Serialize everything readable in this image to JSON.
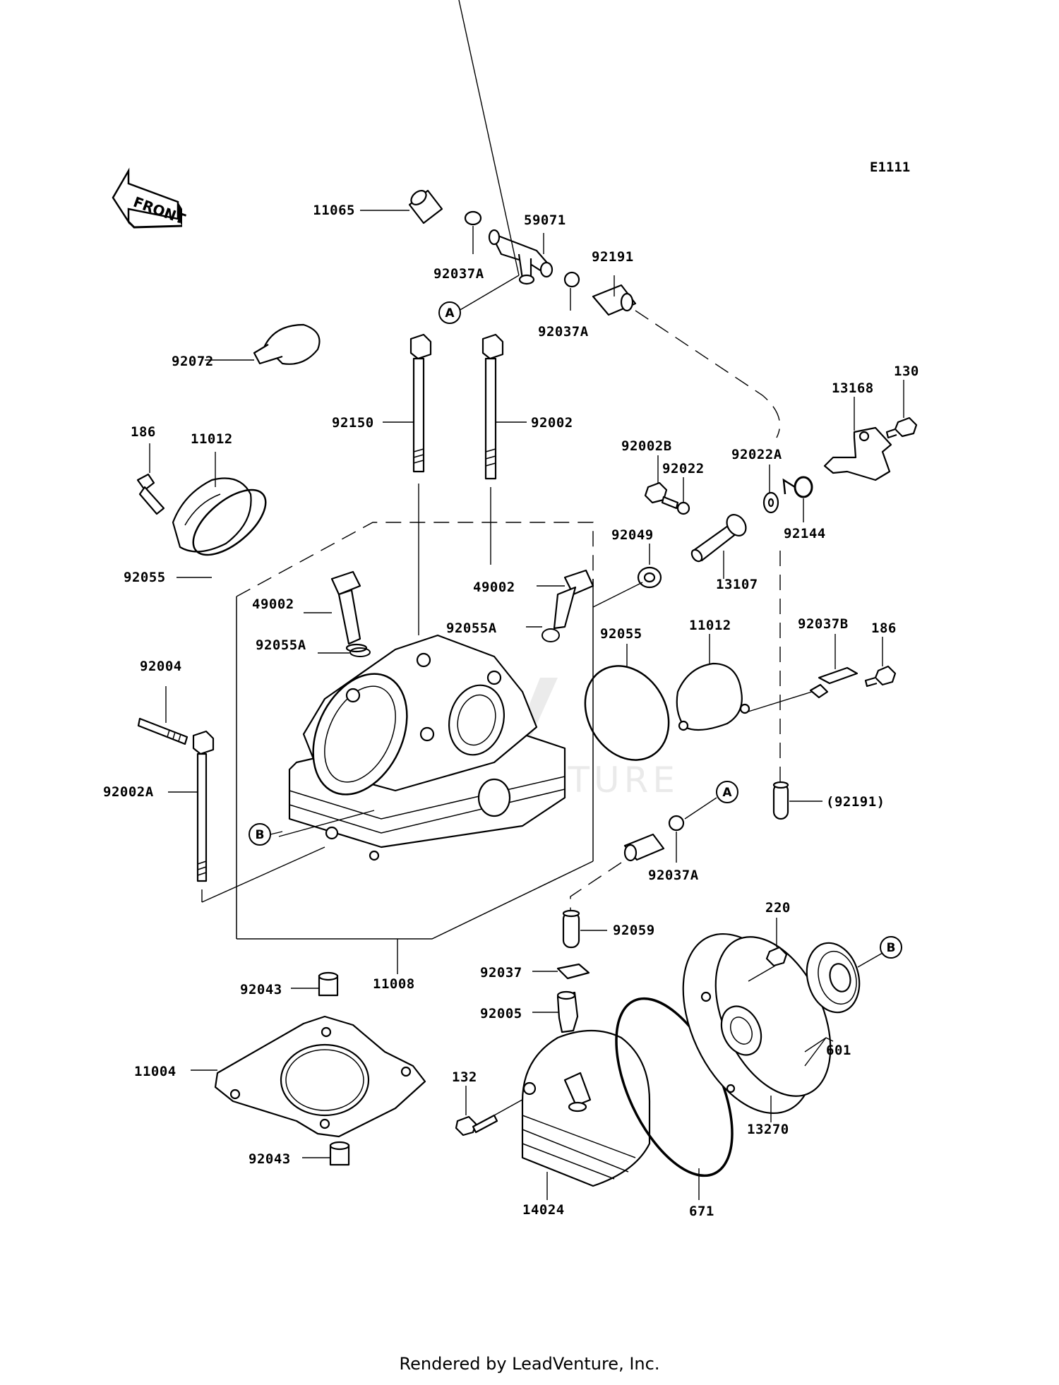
{
  "diagram_code": "E1111",
  "front_label": "FRONT",
  "footer": "Rendered by LeadVenture, Inc.",
  "watermark": "LEADVENTURE",
  "callouts": [
    {
      "id": "A",
      "text": "A"
    },
    {
      "id": "A2",
      "text": "A"
    },
    {
      "id": "B",
      "text": "B"
    },
    {
      "id": "B2",
      "text": "B"
    }
  ],
  "labels": [
    {
      "id": "l-11065",
      "text": "11065"
    },
    {
      "id": "l-59071",
      "text": "59071"
    },
    {
      "id": "l-92037A-1",
      "text": "92037A"
    },
    {
      "id": "l-92191",
      "text": "92191"
    },
    {
      "id": "l-92037A-2",
      "text": "92037A"
    },
    {
      "id": "l-92072",
      "text": "92072"
    },
    {
      "id": "l-92150",
      "text": "92150"
    },
    {
      "id": "l-92002",
      "text": "92002"
    },
    {
      "id": "l-186-1",
      "text": "186"
    },
    {
      "id": "l-11012-1",
      "text": "11012"
    },
    {
      "id": "l-92055-1",
      "text": "92055"
    },
    {
      "id": "l-49002-1",
      "text": "49002"
    },
    {
      "id": "l-92055A-1",
      "text": "92055A"
    },
    {
      "id": "l-49002-2",
      "text": "49002"
    },
    {
      "id": "l-92055A-2",
      "text": "92055A"
    },
    {
      "id": "l-92049",
      "text": "92049"
    },
    {
      "id": "l-92002B",
      "text": "92002B"
    },
    {
      "id": "l-92022",
      "text": "92022"
    },
    {
      "id": "l-92022A",
      "text": "92022A"
    },
    {
      "id": "l-13168",
      "text": "13168"
    },
    {
      "id": "l-130",
      "text": "130"
    },
    {
      "id": "l-92144",
      "text": "92144"
    },
    {
      "id": "l-13107",
      "text": "13107"
    },
    {
      "id": "l-92055-2",
      "text": "92055"
    },
    {
      "id": "l-11012-2",
      "text": "11012"
    },
    {
      "id": "l-92037B",
      "text": "92037B"
    },
    {
      "id": "l-186-2",
      "text": "186"
    },
    {
      "id": "l-92004",
      "text": "92004"
    },
    {
      "id": "l-92002A",
      "text": "92002A"
    },
    {
      "id": "l-92191p",
      "text": "(92191)"
    },
    {
      "id": "l-92037A-3",
      "text": "92037A"
    },
    {
      "id": "l-11008",
      "text": "11008"
    },
    {
      "id": "l-92059",
      "text": "92059"
    },
    {
      "id": "l-220",
      "text": "220"
    },
    {
      "id": "l-92043-1",
      "text": "92043"
    },
    {
      "id": "l-92037",
      "text": "92037"
    },
    {
      "id": "l-92005",
      "text": "92005"
    },
    {
      "id": "l-601",
      "text": "601"
    },
    {
      "id": "l-11004",
      "text": "11004"
    },
    {
      "id": "l-132",
      "text": "132"
    },
    {
      "id": "l-13270",
      "text": "13270"
    },
    {
      "id": "l-92043-2",
      "text": "92043"
    },
    {
      "id": "l-671",
      "text": "671"
    },
    {
      "id": "l-14024",
      "text": "14024"
    }
  ]
}
